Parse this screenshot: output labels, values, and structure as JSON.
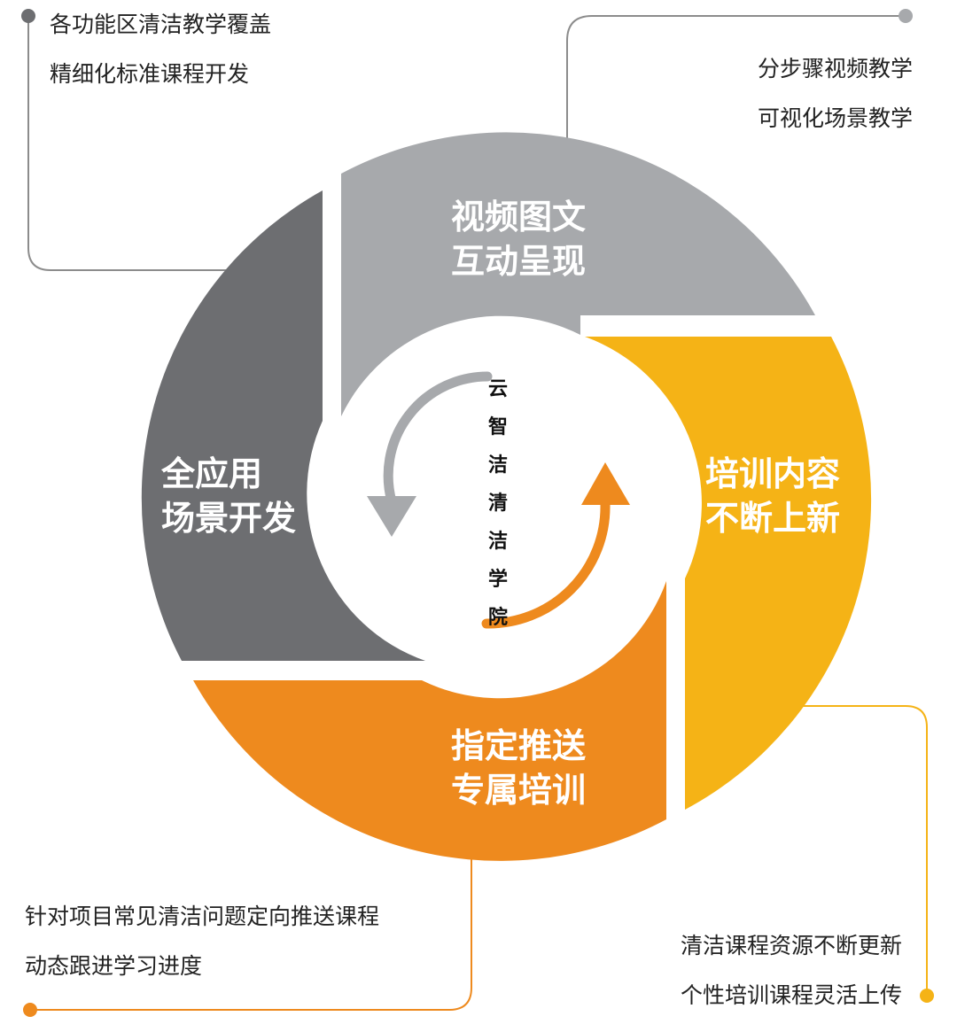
{
  "colors": {
    "segment_top": "#A7A9AC",
    "segment_left": "#6D6E71",
    "segment_right": "#F5B316",
    "segment_bottom": "#EE8A1E",
    "arrow_gray": "#A7A9AC",
    "arrow_orange": "#EE8A1E",
    "line_gray": "#8C8C8C",
    "line_orange": "#EE8A1E",
    "line_yellow": "#F5B316"
  },
  "center": {
    "title_chars": [
      "云",
      "智",
      "洁",
      "清",
      "洁",
      "学",
      "院"
    ]
  },
  "segments": {
    "top": {
      "line1": "视频图文",
      "line2": "互动呈现"
    },
    "left": {
      "line1": "全应用",
      "line2": "场景开发"
    },
    "right": {
      "line1": "培训内容",
      "line2": "不断上新"
    },
    "bottom": {
      "line1": "指定推送",
      "line2": "专属培训"
    }
  },
  "notes": {
    "top_left": {
      "line1": "各功能区清洁教学覆盖",
      "line2": "精细化标准课程开发"
    },
    "top_right": {
      "line1": "分步骤视频教学",
      "line2": "可视化场景教学"
    },
    "bottom_left": {
      "line1": "针对项目常见清洁问题定向推送课程",
      "line2": "动态跟进学习进度"
    },
    "bottom_right": {
      "line1": "清洁课程资源不断更新",
      "line2": "个性培训课程灵活上传"
    }
  }
}
